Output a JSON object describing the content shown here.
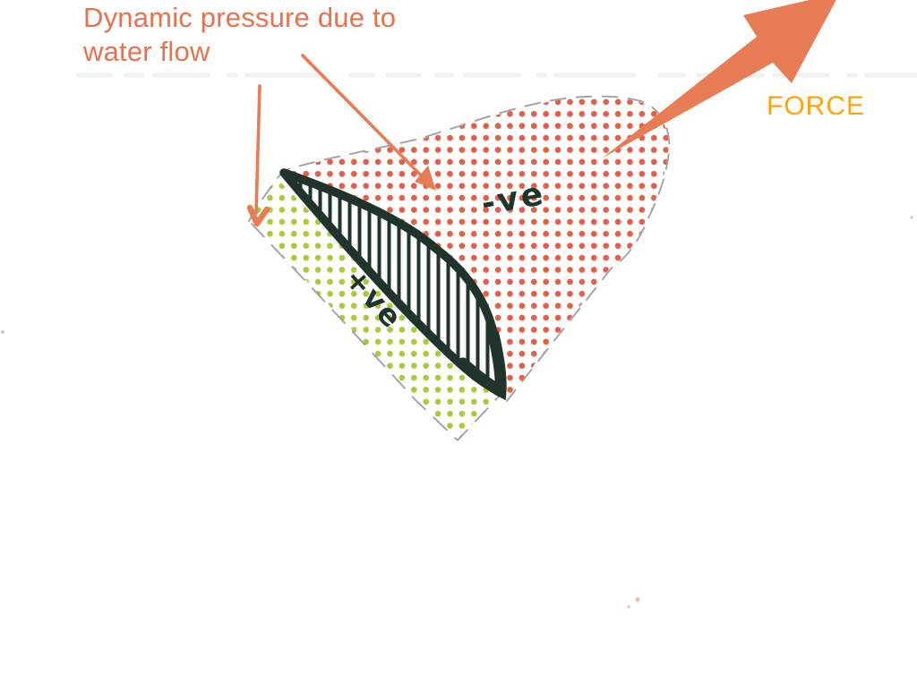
{
  "annotation": {
    "pressure_label": "Dynamic pressure due to water flow"
  },
  "force": {
    "label": "FORCE"
  },
  "pressure_zones": {
    "negative_label": "-ve",
    "positive_label": "+ve"
  },
  "colors": {
    "annotation_text": "#E8714E",
    "force_text": "#FFA30A",
    "coral_arrow": "#E77C55",
    "orange_dots": "#E06049",
    "green_dots": "#A8CB3D",
    "foil_dark": "#20342B",
    "outline_gray": "#8E9399",
    "smudge_gray": "#E6E6E6",
    "speck_coral": "#E8937A"
  }
}
